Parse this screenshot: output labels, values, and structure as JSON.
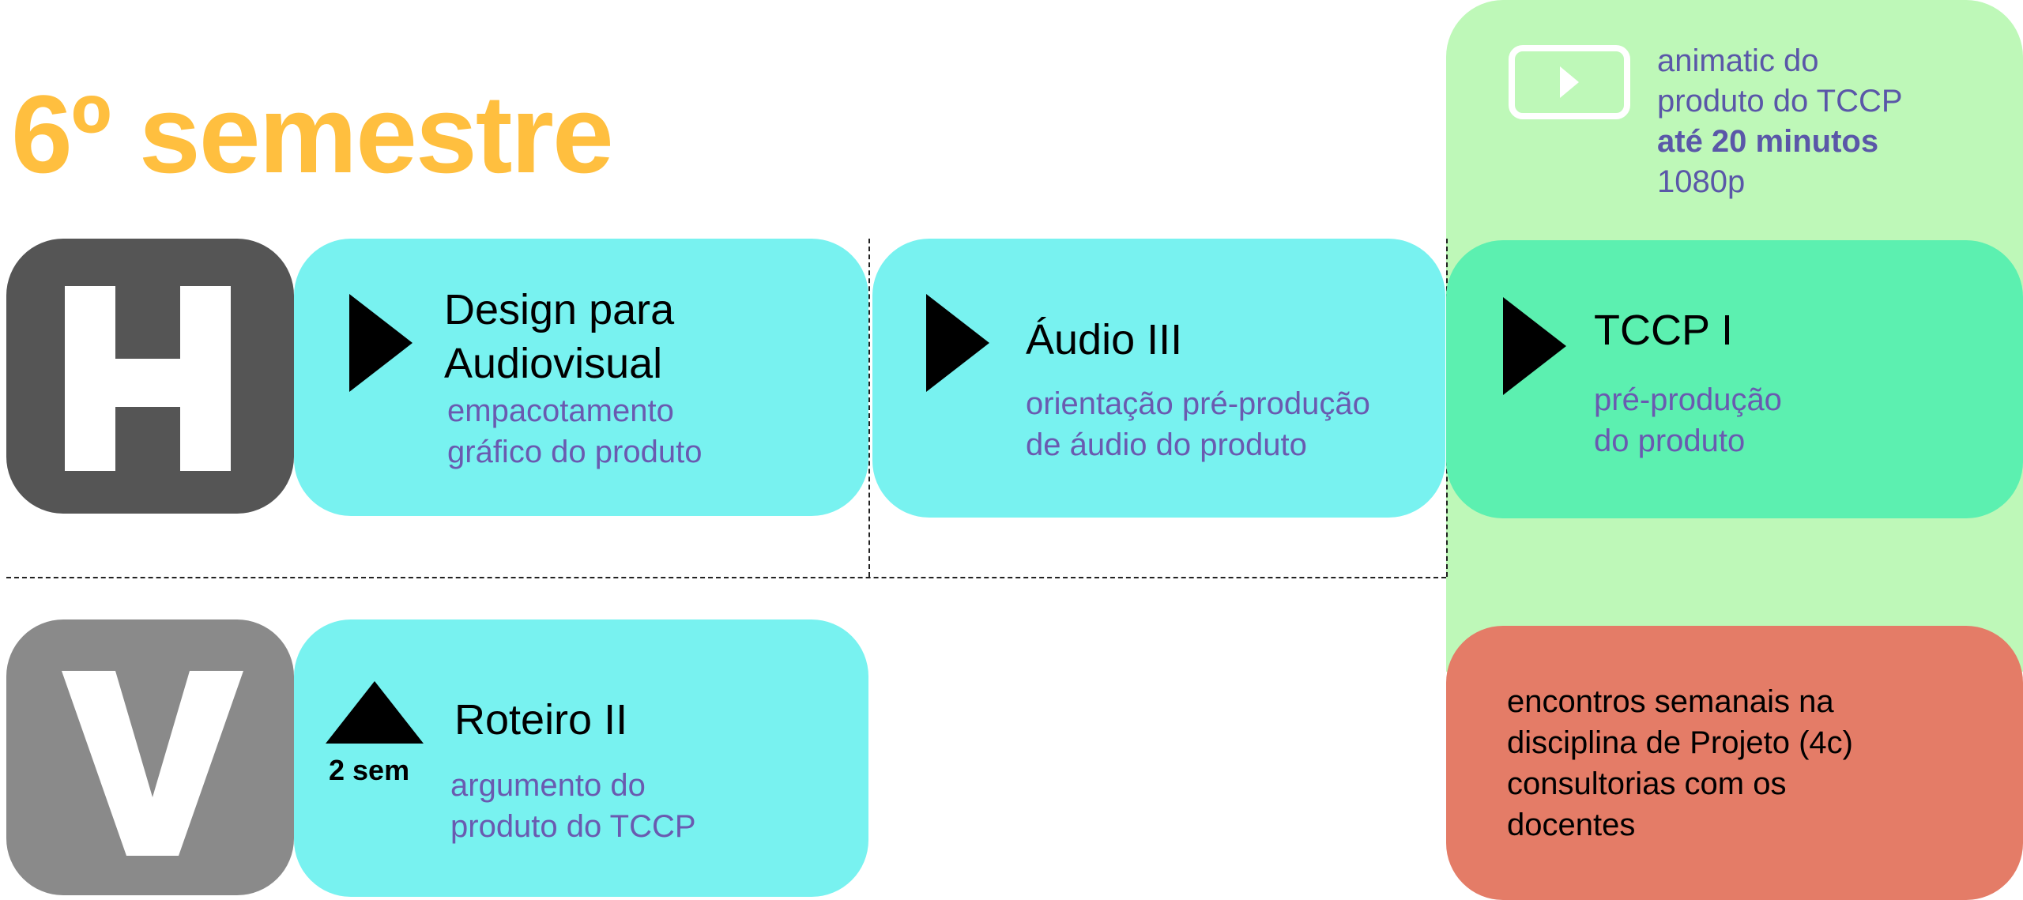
{
  "title": "6º semestre",
  "rows": {
    "horizontal": {
      "letter": "H",
      "color": "#555555"
    },
    "vertical": {
      "letter": "V",
      "color": "#8A8A8A"
    }
  },
  "cards": {
    "design": {
      "title_line1": "Design para",
      "title_line2": "Audiovisual",
      "sub_line1": "empacotamento",
      "sub_line2": "gráfico do produto",
      "icon": "play-right"
    },
    "audio": {
      "title": "Áudio III",
      "sub_line1": "orientação pré-produção",
      "sub_line2": "de áudio do produto",
      "icon": "play-right"
    },
    "tccp": {
      "title": "TCCP I",
      "sub_line1": "pré-produção",
      "sub_line2": "do produto",
      "icon": "play-right"
    },
    "roteiro": {
      "title": "Roteiro II",
      "sub_line1": "argumento do",
      "sub_line2": "produto do TCCP",
      "badge": "2 sem",
      "icon": "triangle-up"
    }
  },
  "deliverable": {
    "icon": "video-play-icon",
    "line1": "animatic do",
    "line2": "produto do TCCP",
    "line3_bold": "até 20 minutos",
    "line4": "1080p"
  },
  "meetings": {
    "line1": "encontros semanais na",
    "line2": "disciplina de Projeto (4c)",
    "line3": "consultorias com os",
    "line4": "docentes"
  },
  "colors": {
    "title": "#FFBF3F",
    "cyan": "#78F2F0",
    "tccp": "#5CF0B0",
    "light_green": "#BEF8B8",
    "red": "#E47C67",
    "purple": "#6A5AB0"
  }
}
